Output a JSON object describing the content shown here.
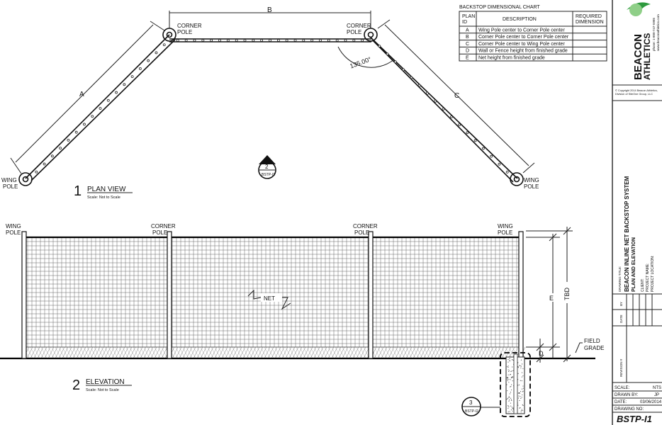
{
  "chart_title": "BACKSTOP DIMENSIONAL CHART",
  "chart_headers": {
    "plan_line1": "PLAN",
    "plan_line2": "ID",
    "description": "DESCRIPTION",
    "required_line1": "REQUIRED",
    "required_line2": "DIMENSION"
  },
  "chart_rows": [
    {
      "id": "A",
      "desc": "Wing Pole center to Corner Pole center"
    },
    {
      "id": "B",
      "desc": "Corner Pole center to Corner Pole center"
    },
    {
      "id": "C",
      "desc": "Corner Pole center to Wing Pole center"
    },
    {
      "id": "D",
      "desc": "Wall or Fence height from finished grade"
    },
    {
      "id": "E",
      "desc": "Net height from finished grade"
    }
  ],
  "plan": {
    "corner_line1": "CORNER",
    "corner_line2": "POLE",
    "wing_line1": "WING",
    "wing_line2": "POLE",
    "dim_a": "A",
    "dim_b": "B",
    "dim_c": "C",
    "angle": "135.00°",
    "ref_num": "2",
    "ref_sheet": "BSTP-I1",
    "view_num": "1",
    "view_title": "PLAN VIEW",
    "view_scale": "Scale: Not to Scale"
  },
  "elevation": {
    "wing_line1": "WING",
    "wing_line2": "POLE",
    "corner_line1": "CORNER",
    "corner_line2": "POLE",
    "net": "NET",
    "dim_e": "E",
    "dim_tbd": "TBD",
    "dim_d": "D",
    "field_line1": "FIELD",
    "field_line2": "GRADE",
    "ref_num": "3",
    "ref_sheet": "BSTP-I2",
    "view_num": "2",
    "view_title": "ELEVATION",
    "view_scale": "Scale: Not to Scale"
  },
  "title_block": {
    "logo_line1": "BEACON",
    "logo_line2": "ATHLETICS",
    "phone": "phone: 1-800-747-5985",
    "website": "www.beaconathletics.com",
    "copyright_line1": "© Copyright 2014 Beacon Athletics,",
    "copyright_line2": "Division of SiteOne Group, LLC",
    "drawing_title_label": "DRAWING TITLE:",
    "drawing_title_1": "BEACON INLINE NET BACKSTOP SYSTEM",
    "drawing_title_2": "PLAN AND ELEVATION",
    "client_label": "CLIENT:",
    "project_name_label": "PROJECT NAME:",
    "project_location_label": "PROJECT LOCATION:",
    "date_label": "DATE",
    "by_label": "BY",
    "revision_label": "REVISION #",
    "scale_label": "SCALE:",
    "scale_value": "NTS",
    "drawn_by_label": "DRAWN BY:",
    "drawn_by_value": "JP",
    "date_row_label": "DATE:",
    "date_value": "03/06/2014",
    "drawing_no_label": "DRAWING NO:",
    "drawing_no": "BSTP-I1"
  },
  "colors": {
    "logo_green": "#2e9a3e",
    "ink": "#111111"
  }
}
